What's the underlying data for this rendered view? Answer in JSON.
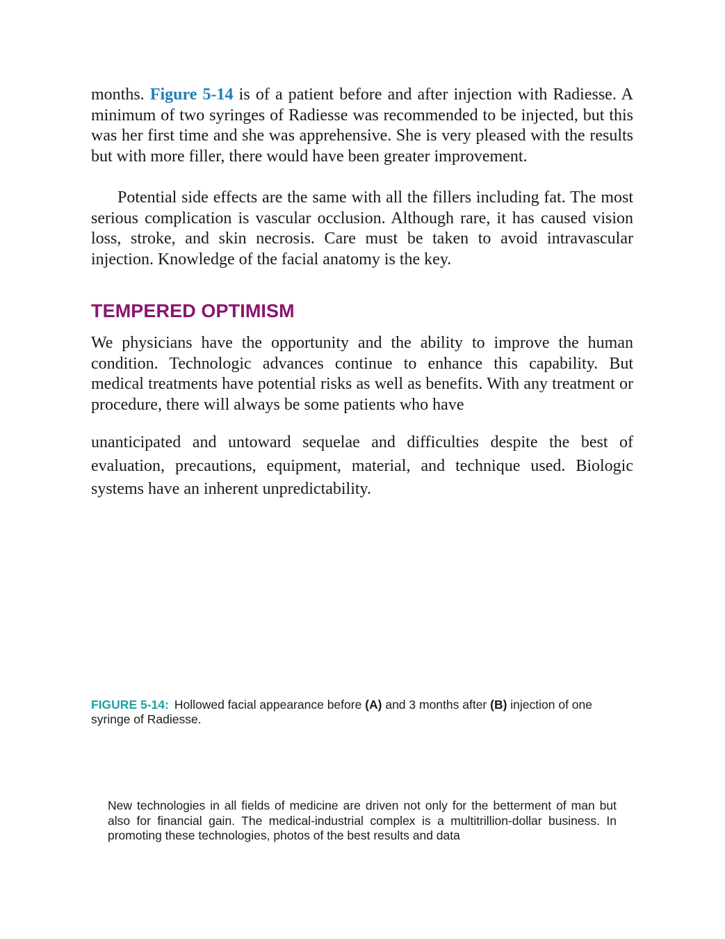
{
  "paragraph_1": {
    "before_ref": "months. ",
    "figure_ref": "Figure 5-14",
    "after_ref": " is of a patient before and after injection with Radiesse. A minimum of two syringes of Radiesse was recommended to be injected, but this was her first time and she was apprehensive. She is very pleased with the results but with more filler, there would have been greater improvement."
  },
  "paragraph_2": "Potential side effects are the same with all the fillers including fat. The most serious complication is vascular occlusion. Although rare, it has caused vision loss, stroke, and skin necrosis. Care must be taken to avoid intravascular injection. Knowledge of the facial anatomy is the key.",
  "section_heading": "TEMPERED OPTIMISM",
  "paragraph_3a": "We physicians have the opportunity and the ability to improve the human condition. Technologic advances continue to enhance this capability. But medical treatments have potential risks as well as benefits. With any treatment or procedure, there will always be some patients who have",
  "paragraph_3b": "unanticipated and untoward sequelae and difficulties despite the best of evaluation, precautions, equipment, material, and technique used. Biologic systems have an inherent unpredictability.",
  "caption": {
    "label": "FIGURE 5-14:",
    "text_1": "Hollowed facial appearance before ",
    "bold_a": "(A)",
    "text_2": " and 3 months after ",
    "bold_b": "(B)",
    "text_3": " injection of one syringe of Radiesse."
  },
  "sidebar_paragraph": "New technologies in all fields of medicine are driven not only for the betterment of man but also for financial gain. The medical-industrial complex is a multitrillion-dollar business. In promoting these technologies, photos of the best results and data",
  "colors": {
    "figure_ref": "#1f7fb6",
    "heading": "#8a1470",
    "caption_label": "#1aa3a3"
  }
}
